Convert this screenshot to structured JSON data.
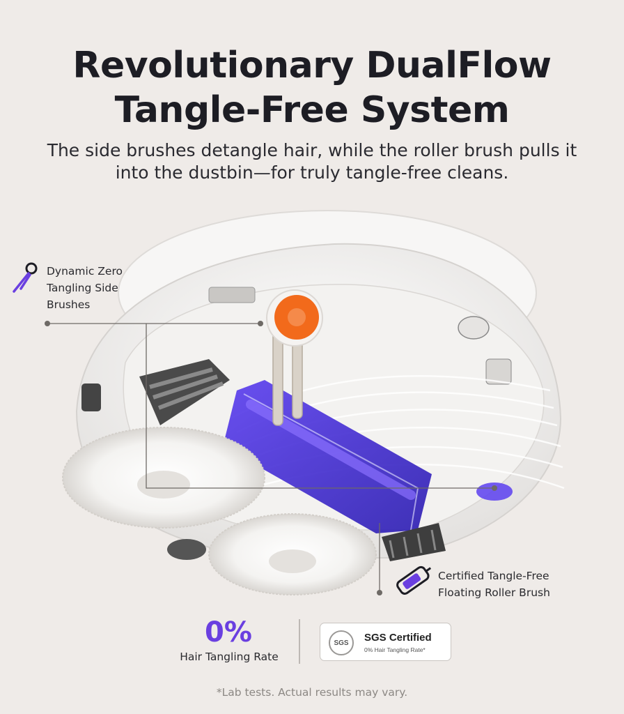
{
  "heading": {
    "line1": "Revolutionary DualFlow",
    "line2": "Tangle-Free System"
  },
  "subheading": {
    "line1": "The side brushes detangle hair, while the roller brush pulls it",
    "line2": "into the dustbin—for truly tangle-free cleans."
  },
  "callouts": {
    "side_brush": {
      "icon": "side-brush-icon",
      "lines": [
        "Dynamic Zero",
        "Tangling Side",
        "Brushes"
      ]
    },
    "roller_brush": {
      "icon": "roller-brush-icon",
      "lines": [
        "Certified Tangle-Free",
        "Floating Roller Brush"
      ]
    }
  },
  "stat": {
    "value": "0%",
    "label": "Hair Tangling Rate"
  },
  "badge": {
    "logo": "SGS",
    "title": "SGS Certified",
    "subtitle": "0% Hair Tangling Rate*"
  },
  "disclaimer": "*Lab tests. Actual results may vary.",
  "colors": {
    "background": "#efebe8",
    "accent_purple": "#6a3fe0",
    "brush_orange": "#f26a1b"
  }
}
